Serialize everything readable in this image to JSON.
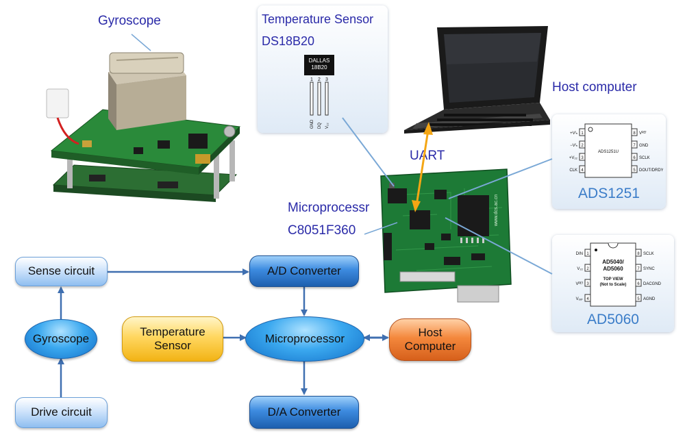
{
  "labels": {
    "gyroscope_photo": "Gyroscope",
    "host_computer_photo": "Host computer",
    "uart": "UART",
    "microprocessor_line1": "Microprocessr",
    "microprocessor_line2": "C8051F360"
  },
  "sensor_card": {
    "title_line1": "Temperature Sensor",
    "title_line2": "DS18B20",
    "chip_line1": "DALLAS",
    "chip_line2": "18B20",
    "pins": [
      "1",
      "2",
      "3"
    ],
    "pin_names": [
      "GND",
      "DQ",
      "V₂₂"
    ]
  },
  "adc_card": {
    "title": "ADS1251",
    "chip_name": "ADS1251U",
    "left_pins": [
      {
        "num": "1",
        "name": "+Vᴵₙ"
      },
      {
        "num": "2",
        "name": "−Vᴵₙ"
      },
      {
        "num": "3",
        "name": "+V₂₂"
      },
      {
        "num": "4",
        "name": "CLK"
      }
    ],
    "right_pins": [
      {
        "num": "8",
        "name": "Vᴿᴱᶠ"
      },
      {
        "num": "7",
        "name": "GND"
      },
      {
        "num": "6",
        "name": "SCLK"
      },
      {
        "num": "5",
        "name": "DOUT/DRDY"
      }
    ]
  },
  "dac_card": {
    "title": "AD5060",
    "chip_line1": "AD5040/",
    "chip_line2": "AD5060",
    "chip_line3": "TOP VIEW",
    "chip_line4": "(Not to Scale)",
    "left_pins": [
      {
        "num": "1",
        "name": "DIN"
      },
      {
        "num": "2",
        "name": "V₂₂"
      },
      {
        "num": "3",
        "name": "Vᴿᴱᶠ"
      },
      {
        "num": "4",
        "name": "Vₒᵤₜ"
      }
    ],
    "right_pins": [
      {
        "num": "8",
        "name": "SCLK"
      },
      {
        "num": "7",
        "name": "SYNC"
      },
      {
        "num": "6",
        "name": "DACGND"
      },
      {
        "num": "5",
        "name": "AGND"
      }
    ]
  },
  "board_text": "www.dcs.ac.cn",
  "flow": {
    "sense_circuit": "Sense circuit",
    "gyroscope": "Gyroscope",
    "drive_circuit": "Drive circuit",
    "ad_converter": "A/D Converter",
    "temperature_sensor_line1": "Temperature",
    "temperature_sensor_line2": "Sensor",
    "microprocessor": "Microprocessor",
    "host_computer_line1": "Host",
    "host_computer_line2": "Computer",
    "da_converter": "D/A Converter"
  },
  "colors": {
    "label_blue": "#2a2aa8",
    "card_title_blue": "#3a7cc8",
    "arrow_blue": "#3f6fb0",
    "uart_arrow": "#f4a614",
    "pcb_green": "#1d7a36"
  }
}
